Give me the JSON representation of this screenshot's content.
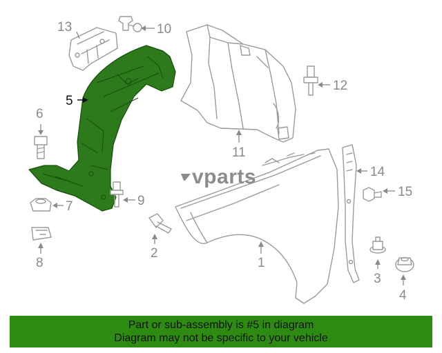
{
  "callouts": {
    "c1": "1",
    "c2": "2",
    "c3": "3",
    "c4": "4",
    "c5": "5",
    "c6": "6",
    "c7": "7",
    "c8": "8",
    "c9": "9",
    "c10": "10",
    "c11": "11",
    "c12": "12",
    "c13": "13",
    "c14": "14",
    "c15": "15"
  },
  "highlighted_part": "5",
  "logo": {
    "text": "vparts"
  },
  "banner": {
    "line1": "Part or sub-assembly is #5 in diagram",
    "line2": "Diagram may not be specific to your vehicle"
  },
  "colors": {
    "highlight": "#2c7a1c",
    "banner": "#2e8b12",
    "line": "#9a9a9a"
  }
}
